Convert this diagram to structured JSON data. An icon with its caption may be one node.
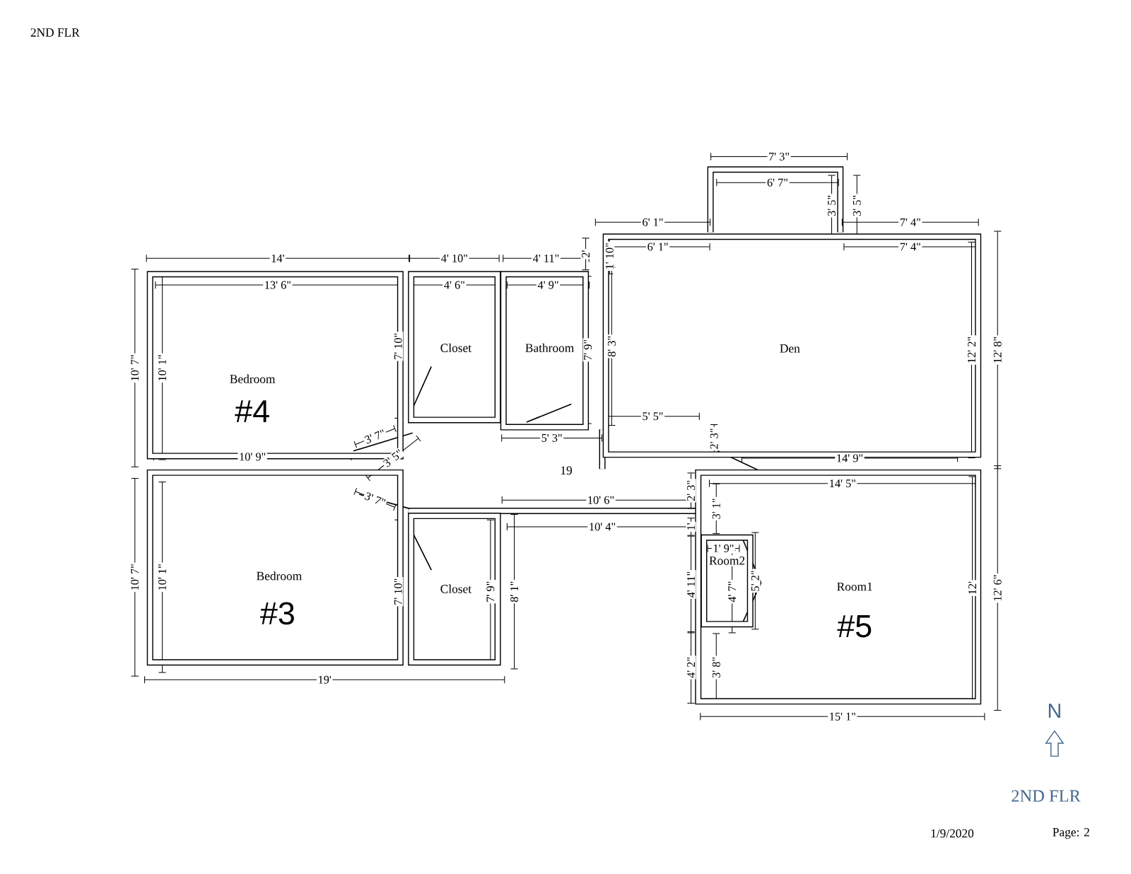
{
  "diagram": {
    "nodes": [
      {
        "text": [
          "Bedroom",
          "#4"
        ]
      },
      {
        "text": [
          "Bedroom",
          "#3"
        ]
      },
      {
        "text": [
          "Closet"
        ]
      },
      {
        "text": [
          "Bathroom"
        ]
      },
      {
        "text": [
          "Den"
        ]
      },
      {
        "text": [
          "19"
        ]
      },
      {
        "text": [
          "Closet"
        ]
      },
      {
        "text": [
          "Room1",
          "#5"
        ]
      },
      {
        "text": [
          "Room2"
        ],
        "in": 7
      }
    ],
    "labels": [
      "2ND FLR",
      "7' 3\"",
      "6' 7\"",
      "3' 5\"",
      "3' 5\"",
      "6' 1\"",
      "7' 4\"",
      "2'",
      "1' 10\"",
      "6' 1\"",
      "7' 4\"",
      "14'",
      "4' 10\"",
      "4' 11\"",
      "13' 6\"",
      "4' 6\"",
      "4' 9\"",
      "10' 7\"",
      "10' 1\"",
      "7' 10\"",
      "7' 9\"",
      "8' 3\"",
      "12' 2\"",
      "12' 8\"",
      "5' 5\"",
      "3' 7\"",
      "5' 3\"",
      "3' 5\"",
      "10' 9\"",
      "2' 3\"",
      "14' 9\"",
      "14' 5\"",
      "3' 7\"",
      "2' 3\"",
      "10' 6\"",
      "3' 1\"",
      "1'",
      "10' 4\"",
      "1' 9\"",
      "10' 7\"",
      "10' 1\"",
      "7' 10\"",
      "7' 9\"",
      "8' 1\"",
      "4' 11\"",
      "4' 7\"",
      "5' 2\"",
      "12'",
      "12' 6\"",
      "4' 2\"",
      "3' 8\"",
      "19'",
      "15' 1\"",
      "N",
      "2ND FLR",
      "1/9/2020",
      "Page: 2"
    ]
  }
}
